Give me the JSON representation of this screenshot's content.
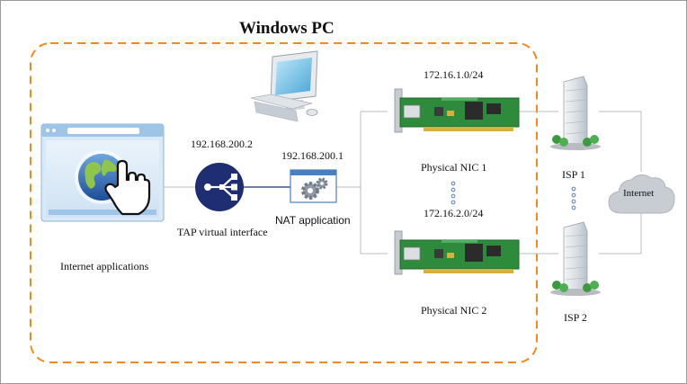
{
  "title": "Windows PC",
  "nodes": {
    "apps": {
      "label": "Internet applications"
    },
    "tap": {
      "label": "TAP virtual interface",
      "ip": "192.168.200.2"
    },
    "nat": {
      "label": "NAT application",
      "ip": "192.168.200.1"
    },
    "nic1": {
      "label": "Physical NIC 1",
      "subnet": "172.16.1.0/24"
    },
    "nic2": {
      "label": "Physical NIC 2",
      "subnet": "172.16.2.0/24"
    },
    "isp1": {
      "label": "ISP 1"
    },
    "isp2": {
      "label": "ISP 2"
    },
    "internet": {
      "label": "Internet"
    }
  },
  "colors": {
    "boundary": "#ef8a1e",
    "tap_circle": "#1f2e73",
    "link_dark": "#1f2e73",
    "link_gray": "#bcbcbc",
    "nic_board": "#2e8b3c",
    "cloud": "#c8cdd3",
    "dots": "#6f8fd0"
  },
  "icons": {
    "apps": "browser-window-with-globe-and-hand-icon",
    "tap": "share-network-icon",
    "nat": "gears-window-icon",
    "computer": "desktop-computer-icon",
    "nic": "network-card-icon",
    "isp": "office-building-icon",
    "internet": "cloud-icon"
  }
}
